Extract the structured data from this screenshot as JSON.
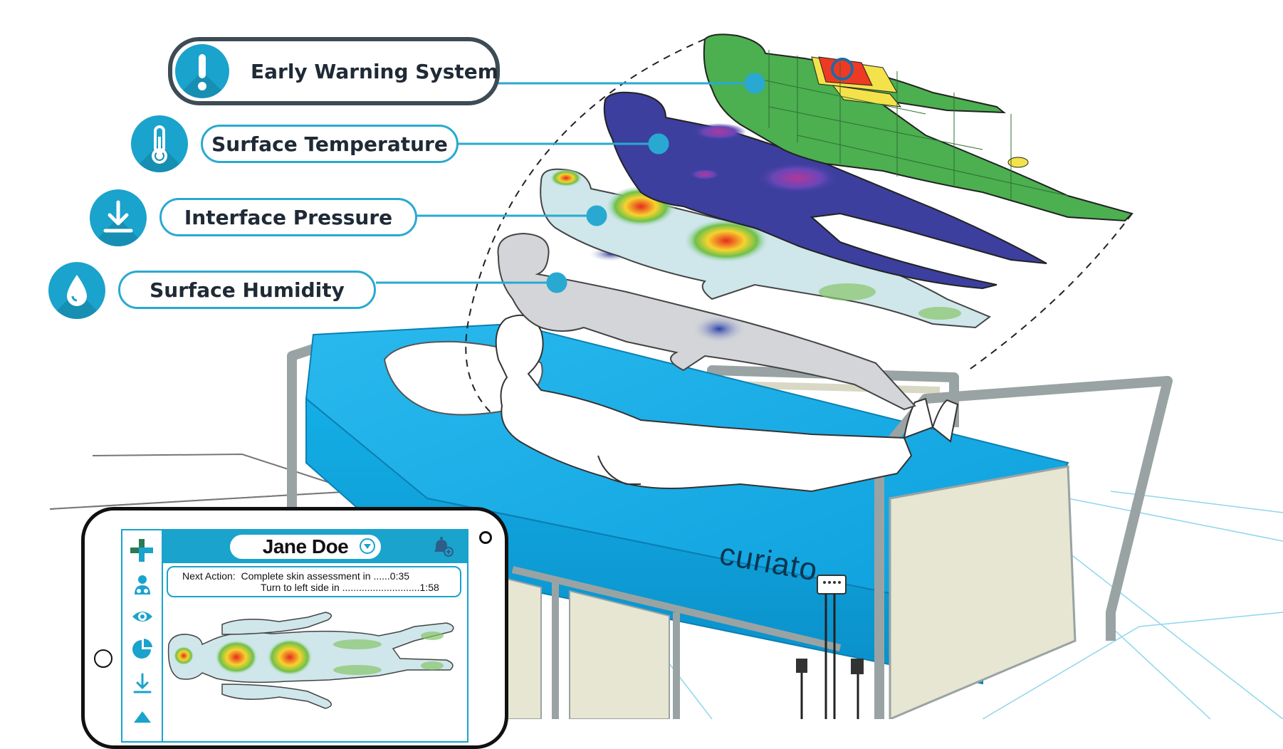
{
  "callouts": {
    "early_warning": "Early Warning System",
    "surface_temperature": "Surface Temperature",
    "interface_pressure": "Interface Pressure",
    "surface_humidity": "Surface Humidity"
  },
  "mattress": {
    "brand": "curiato"
  },
  "tablet": {
    "patient_name": "Jane Doe",
    "next_action_label": "Next Action:",
    "actions": [
      {
        "text": "Complete skin assessment in ......0:35"
      },
      {
        "text": "Turn to left side in ............................1:58"
      }
    ],
    "sidebar_icons": [
      "plus-logo-icon",
      "caregiver-icon",
      "eye-icon",
      "pie-chart-icon",
      "pressure-download-icon",
      "up-arrow-icon"
    ]
  },
  "colors": {
    "accent": "#1aa3cc",
    "mattress": "#0fa6e0",
    "warning_green": "#4caf50",
    "warning_red": "#ee3a24",
    "warning_yellow": "#f3e24a",
    "temperature_blue": "#3a3d9a"
  }
}
